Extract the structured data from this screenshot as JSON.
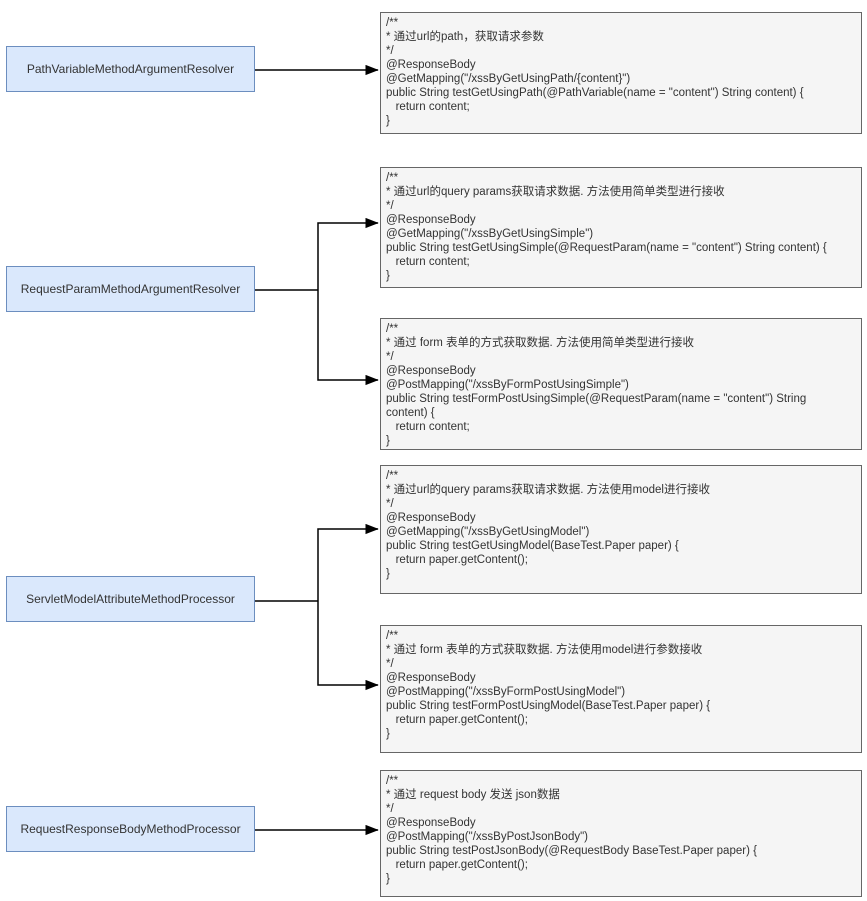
{
  "diagram": {
    "resolvers": [
      {
        "label": "PathVariableMethodArgumentResolver"
      },
      {
        "label": "RequestParamMethodArgumentResolver"
      },
      {
        "label": "ServletModelAttributeMethodProcessor"
      },
      {
        "label": "RequestResponseBodyMethodProcessor"
      }
    ],
    "code_blocks": [
      {
        "code": "/**\n* 通过url的path，获取请求参数\n*/\n@ResponseBody\n@GetMapping(\"/xssByGetUsingPath/{content}\")\npublic String testGetUsingPath(@PathVariable(name = \"content\") String content) {\n   return content;\n}"
      },
      {
        "code": "/**\n* 通过url的query params获取请求数据. 方法使用简单类型进行接收\n*/\n@ResponseBody\n@GetMapping(\"/xssByGetUsingSimple\")\npublic String testGetUsingSimple(@RequestParam(name = \"content\") String content) {\n   return content;\n}"
      },
      {
        "code": "/**\n* 通过 form 表单的方式获取数据. 方法使用简单类型进行接收\n*/\n@ResponseBody\n@PostMapping(\"/xssByFormPostUsingSimple\")\npublic String testFormPostUsingSimple(@RequestParam(name = \"content\") String\ncontent) {\n   return content;\n}"
      },
      {
        "code": "/**\n* 通过url的query params获取请求数据. 方法使用model进行接收\n*/\n@ResponseBody\n@GetMapping(\"/xssByGetUsingModel\")\npublic String testGetUsingModel(BaseTest.Paper paper) {\n   return paper.getContent();\n}"
      },
      {
        "code": "/**\n* 通过 form 表单的方式获取数据. 方法使用model进行参数接收\n*/\n@ResponseBody\n@PostMapping(\"/xssByFormPostUsingModel\")\npublic String testFormPostUsingModel(BaseTest.Paper paper) {\n   return paper.getContent();\n}"
      },
      {
        "code": "/**\n* 通过 request body 发送 json数据\n*/\n@ResponseBody\n@PostMapping(\"/xssByPostJsonBody\")\npublic String testPostJsonBody(@RequestBody BaseTest.Paper paper) {\n   return paper.getContent();\n}"
      }
    ],
    "colors": {
      "resolver_fill": "#dae8fc",
      "resolver_border": "#6c8ebf",
      "code_fill": "#f5f5f5",
      "code_border": "#666666",
      "arrow": "#000000",
      "text": "#333333"
    }
  }
}
